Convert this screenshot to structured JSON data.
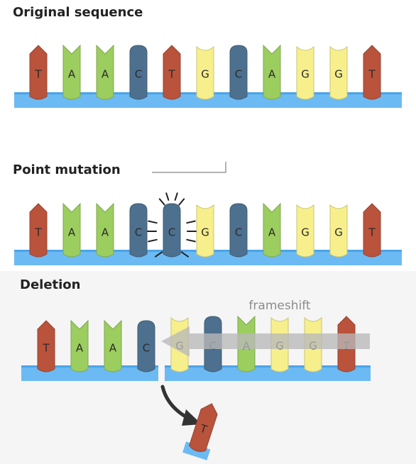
{
  "headings": {
    "original": "Original sequence",
    "point": "Point mutation",
    "deletion": "Deletion"
  },
  "annotation": {
    "frameshift": "frameshift"
  },
  "colors": {
    "T": "#b9533c",
    "A": "#9ccd5f",
    "C": "#4d708f",
    "G": "#f6ef8c",
    "backbone": "#6cbaf3",
    "backbone_edge": "#4aa4e8",
    "letter": "#2a2a2a",
    "arrow_dark": "#333333",
    "frameshift_arrow": "#b8b8b8",
    "frameshift_text": "#8c8c8c"
  },
  "sequences": {
    "original": [
      "T",
      "A",
      "A",
      "C",
      "T",
      "G",
      "C",
      "A",
      "G",
      "G",
      "T"
    ],
    "point_mutation": [
      "T",
      "A",
      "A",
      "C",
      "C",
      "G",
      "C",
      "A",
      "G",
      "G",
      "T"
    ],
    "point_mutation_highlight_index": 4,
    "deletion_kept": [
      "T",
      "A",
      "A",
      "C"
    ],
    "deletion_shifted": [
      "G",
      "C",
      "A",
      "G",
      "G",
      "T"
    ],
    "deleted_base": "T"
  }
}
